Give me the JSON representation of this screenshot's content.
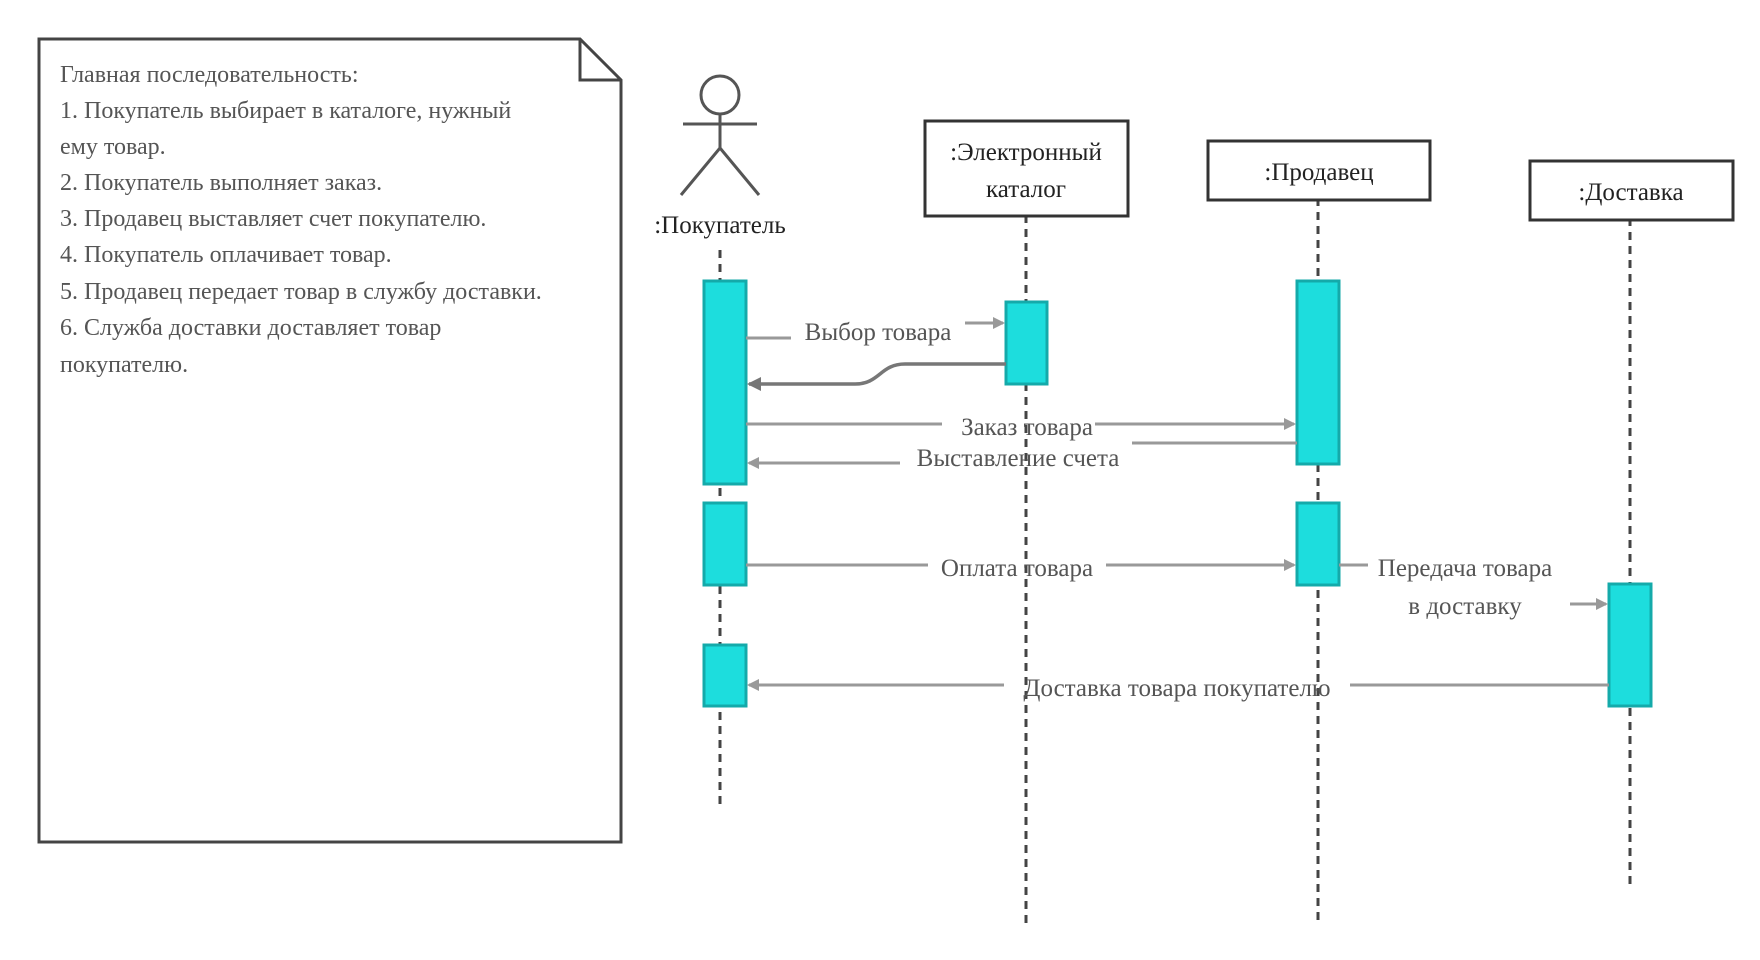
{
  "note": {
    "lines": [
      "Главная последовательность:",
      "1. Покупатель выбирает в каталоге, нужный",
      "ему товар.",
      "2. Покупатель выполняет заказ.",
      "3. Продавец выставляет счет покупателю.",
      "4. Покупатель оплачивает товар.",
      "5. Продавец передает товар в службу доставки.",
      "6. Служба доставки доставляет товар",
      "покупателю."
    ]
  },
  "actor": {
    "label": ":Покупатель"
  },
  "objects": {
    "catalog": {
      "line1": ":Электронный",
      "line2": "каталог"
    },
    "seller": {
      "label": ":Продавец"
    },
    "delivery": {
      "label": ":Доставка"
    }
  },
  "messages": {
    "select_goods": "Выбор товара",
    "order_goods": "Заказ товара",
    "invoice": "Выставление счета",
    "payment": "Оплата товара",
    "handover_line1": "Передача товара",
    "handover_line2": "в доставку",
    "delivery_to_buyer": "Доставка товара покупателю"
  },
  "colors": {
    "activation_fill": "#1DDDDD",
    "activation_stroke": "#14AAAA",
    "arrow": "#999999",
    "return_arrow": "#777777",
    "lifeline": "#444444",
    "box_stroke": "#333333"
  }
}
